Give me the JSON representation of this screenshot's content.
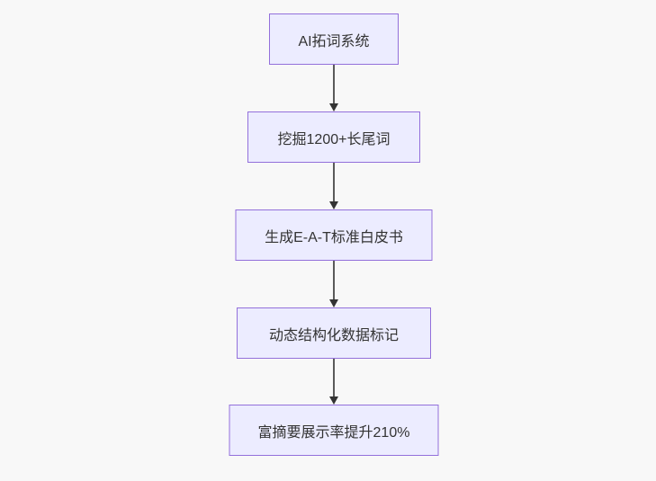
{
  "diagram": {
    "type": "flowchart",
    "direction": "top-down",
    "nodes": [
      {
        "id": "A",
        "label": "AI拓词系统"
      },
      {
        "id": "B",
        "label": "挖掘1200+长尾词"
      },
      {
        "id": "C",
        "label": "生成E-A-T标准白皮书"
      },
      {
        "id": "D",
        "label": "动态结构化数据标记"
      },
      {
        "id": "E",
        "label": "富摘要展示率提升210%"
      }
    ],
    "edges": [
      {
        "from": "A",
        "to": "B"
      },
      {
        "from": "B",
        "to": "C"
      },
      {
        "from": "C",
        "to": "D"
      },
      {
        "from": "D",
        "to": "E"
      }
    ],
    "colors": {
      "background": "#F8F8F8",
      "node_fill": "#ECECFF",
      "node_border": "#9370DB",
      "node_text": "#333333",
      "arrow": "#333333"
    }
  }
}
